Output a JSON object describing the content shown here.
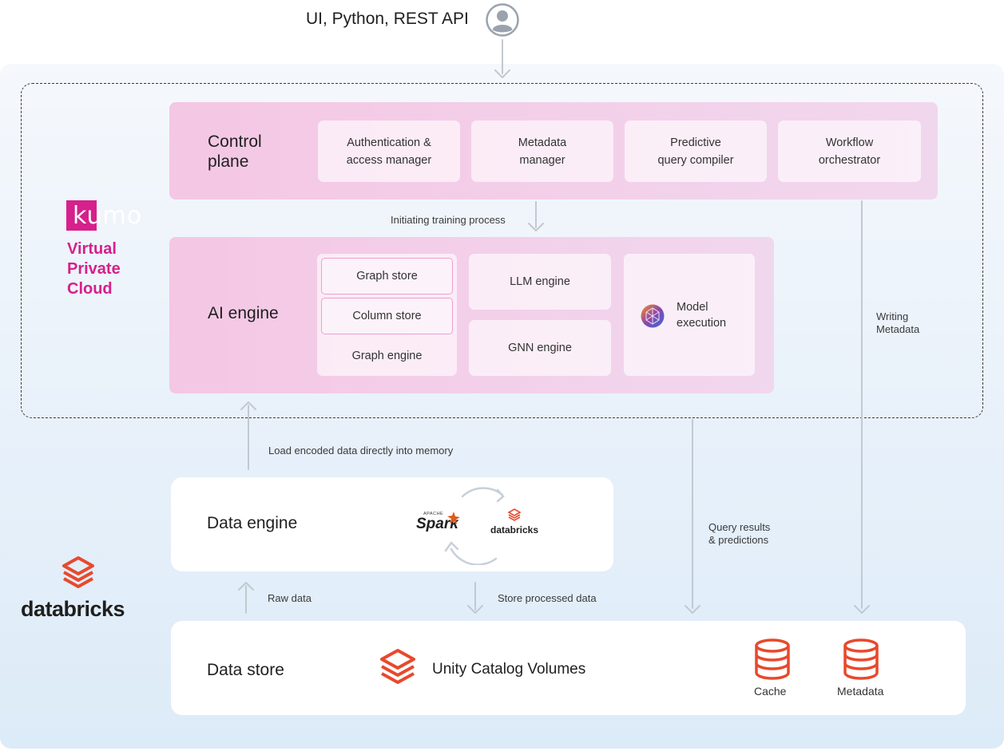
{
  "top": {
    "user_label": "UI, Python, REST API",
    "user_icon": "user-icon"
  },
  "kumo": {
    "logo_text": "kumo",
    "vpc_label": [
      "Virtual",
      "Private",
      "Cloud"
    ],
    "brand_color": "#d6208b"
  },
  "control_plane": {
    "title": [
      "Control",
      "plane"
    ],
    "cards": [
      [
        "Authentication &",
        "access manager"
      ],
      [
        "Metadata",
        "manager"
      ],
      [
        "Predictive",
        "query compiler"
      ],
      [
        "Workflow",
        "orchestrator"
      ]
    ]
  },
  "initiating_label": "Initiating training process",
  "ai_engine": {
    "title": "AI engine",
    "graph_store": "Graph store",
    "column_store": "Column store",
    "graph_engine": "Graph engine",
    "llm_engine": "LLM engine",
    "gnn_engine": "GNN engine",
    "model_execution": [
      "Model",
      "execution"
    ]
  },
  "writing_metadata": [
    "Writing",
    "Metadata"
  ],
  "load_encoded": "Load encoded data directly into memory",
  "data_engine": {
    "title": "Data engine",
    "spark_small": "APACHE",
    "spark": "Spark",
    "databricks_small": "databricks"
  },
  "query_results": [
    "Query results",
    "& predictions"
  ],
  "databricks": {
    "logo_text": "databricks",
    "brand_color": "#e8492c"
  },
  "raw_data": "Raw data",
  "store_processed": "Store processed data",
  "data_store": {
    "title": "Data store",
    "unity": "Unity Catalog Volumes",
    "cache": "Cache",
    "metadata": "Metadata"
  }
}
